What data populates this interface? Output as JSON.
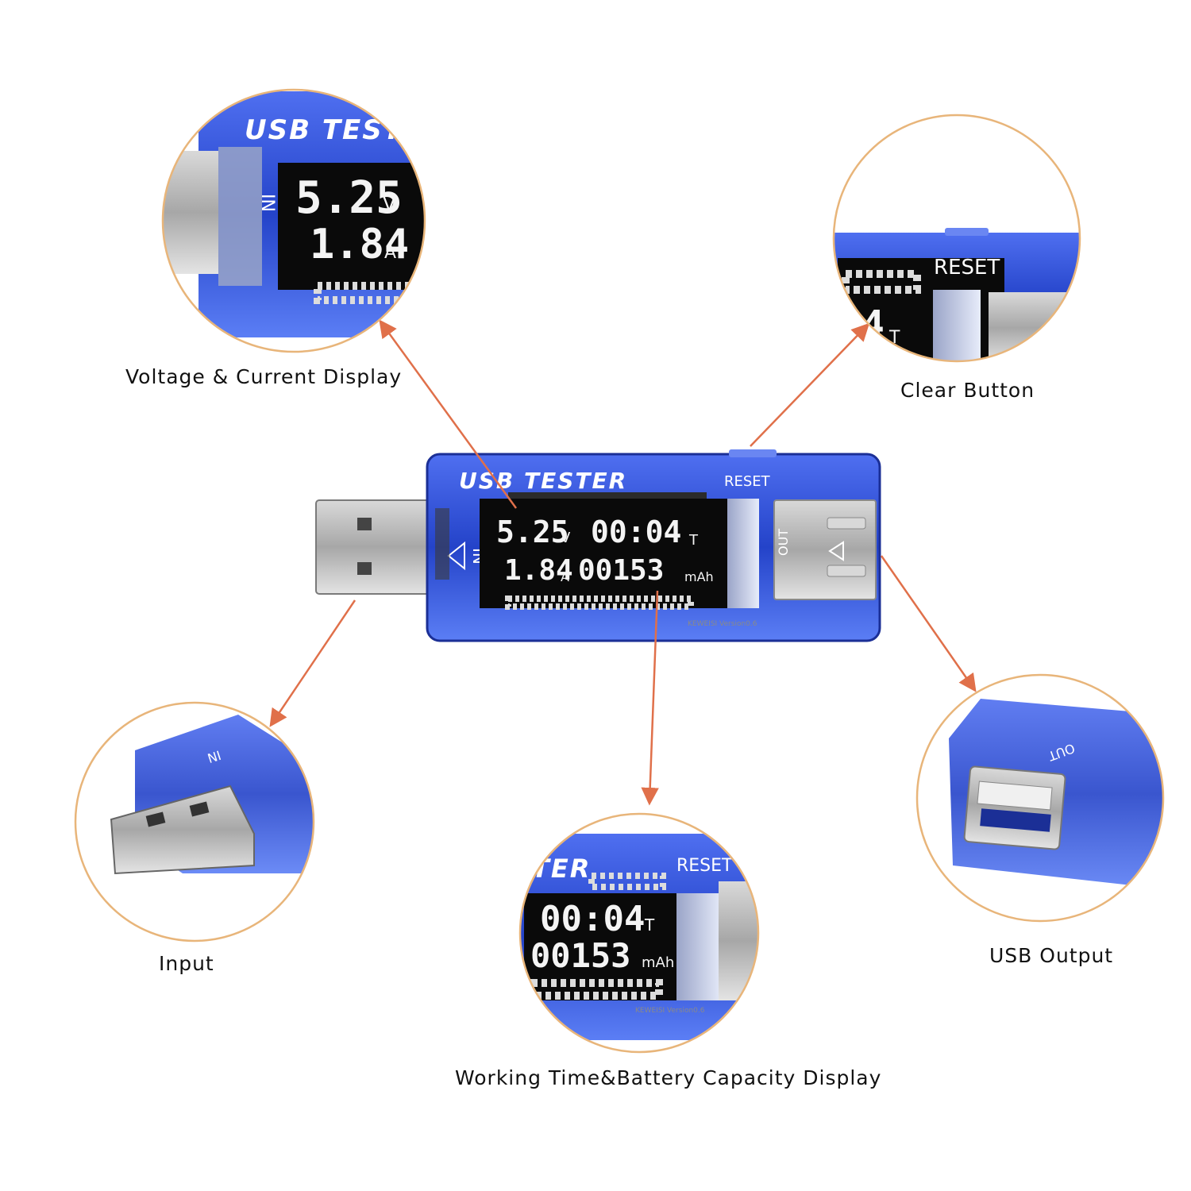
{
  "device": {
    "brand": "USB TESTER",
    "reset": "RESET",
    "port_in": "IN",
    "port_out": "OUT",
    "version": "KEWEISI Version0.6",
    "voltage": "5.25",
    "voltage_unit": "V",
    "current": "1.84",
    "current_unit": "A",
    "time": "00:04",
    "time_unit": "T",
    "capacity": "00153",
    "capacity_unit": "mAh"
  },
  "callouts": {
    "voltage_current": "Voltage & Current Display",
    "clear": "Clear Button",
    "input": "Input",
    "output": "USB Output",
    "time_capacity": "Working Time&Battery Capacity Display"
  },
  "colors": {
    "arrow": "#e0704a",
    "circle_border": "#e8b57a",
    "device_blue": "#2e4fd6",
    "lcd_bg": "#0a0a0a"
  }
}
